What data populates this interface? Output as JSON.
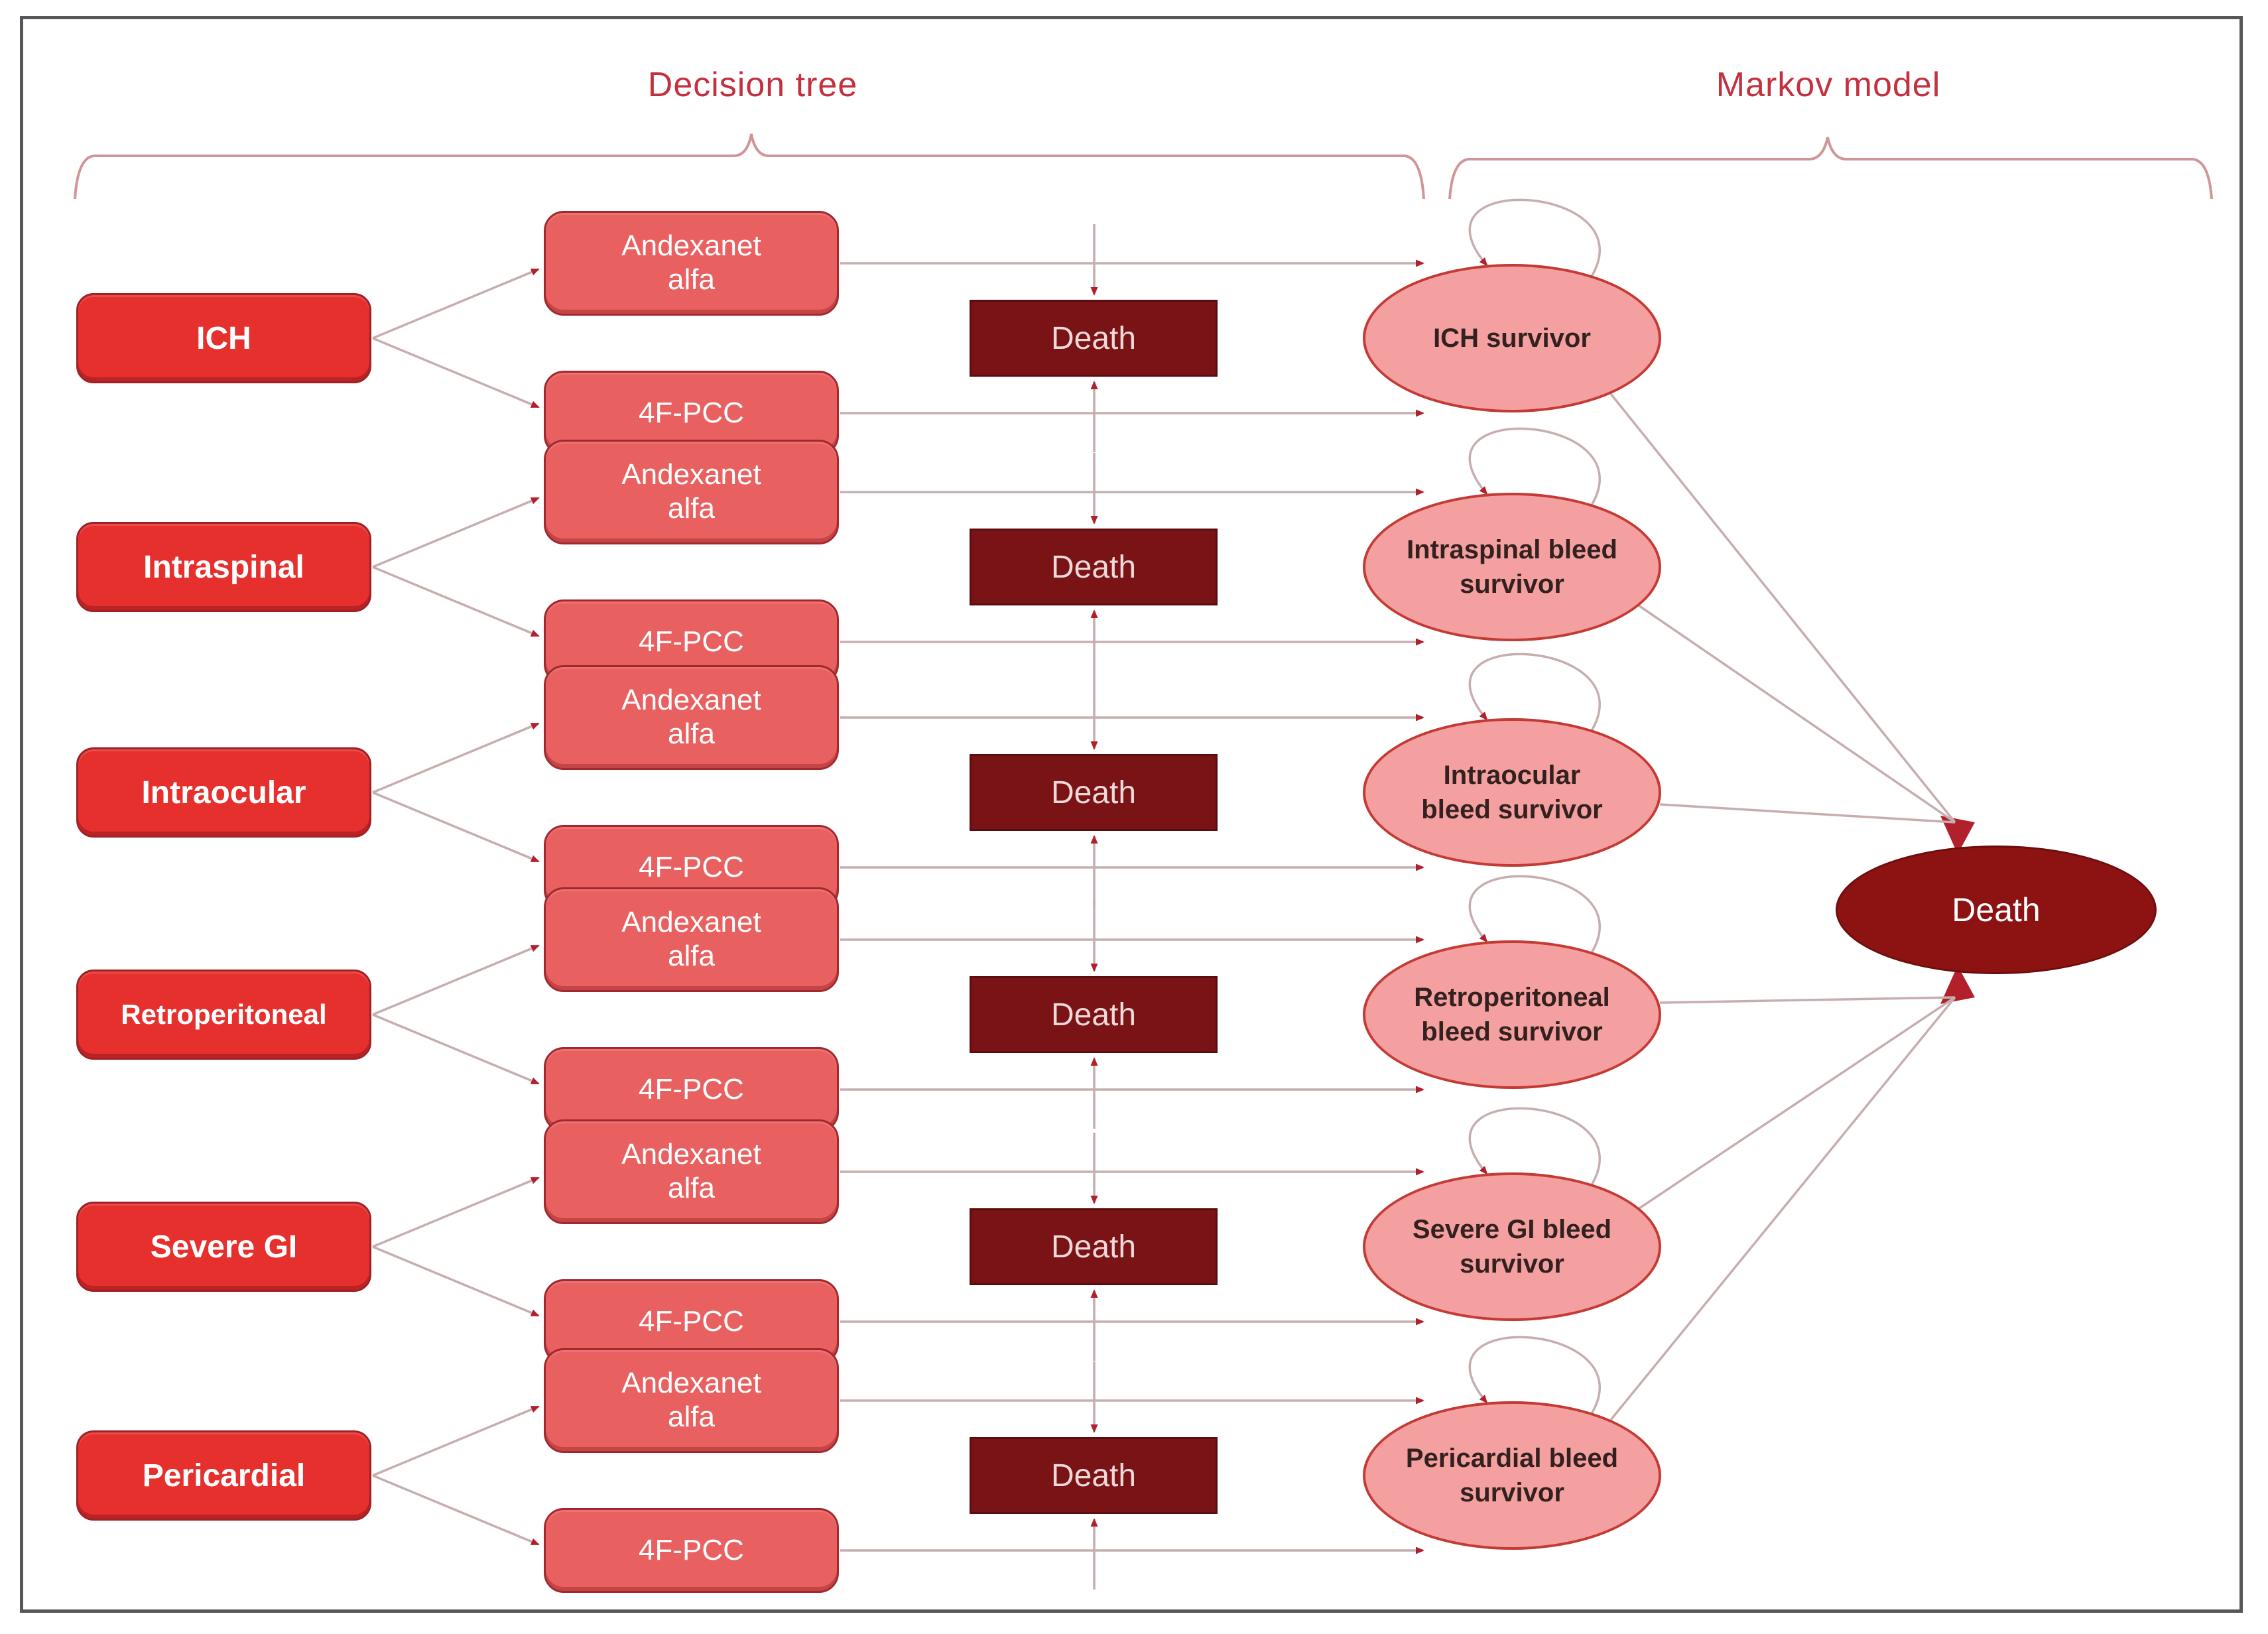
{
  "figure": {
    "sections": {
      "decision_tree_label": "Decision tree",
      "markov_model_label": "Markov model"
    },
    "death_state_label": "Death",
    "rows": [
      {
        "category": "ICH",
        "treatment_a": "Andexanet alfa",
        "treatment_b": "4F-PCC",
        "death_label": "Death",
        "survivor_line1": "ICH survivor",
        "survivor_line2": ""
      },
      {
        "category": "Intraspinal",
        "treatment_a": "Andexanet alfa",
        "treatment_b": "4F-PCC",
        "death_label": "Death",
        "survivor_line1": "Intraspinal bleed",
        "survivor_line2": "survivor"
      },
      {
        "category": "Intraocular",
        "treatment_a": "Andexanet alfa",
        "treatment_b": "4F-PCC",
        "death_label": "Death",
        "survivor_line1": "Intraocular",
        "survivor_line2": "bleed survivor"
      },
      {
        "category": "Retroperitoneal",
        "treatment_a": "Andexanet alfa",
        "treatment_b": "4F-PCC",
        "death_label": "Death",
        "survivor_line1": "Retroperitoneal",
        "survivor_line2": "bleed survivor"
      },
      {
        "category": "Severe GI",
        "treatment_a": "Andexanet alfa",
        "treatment_b": "4F-PCC",
        "death_label": "Death",
        "survivor_line1": "Severe GI bleed",
        "survivor_line2": "survivor"
      },
      {
        "category": "Pericardial",
        "treatment_a": "Andexanet alfa",
        "treatment_b": "4F-PCC",
        "death_label": "Death",
        "survivor_line1": "Pericardial bleed",
        "survivor_line2": "survivor"
      }
    ],
    "colors": {
      "category_fill": "#e5302e",
      "treatment_fill": "#e96060",
      "death_box_fill": "#7a1315",
      "survivor_fill": "#f5a0a0",
      "death_state_fill": "#8d1313",
      "line": "#c6aeaf",
      "arrowhead": "#b2202b",
      "brace": "#d19597",
      "heading_text": "#c2313e"
    }
  }
}
